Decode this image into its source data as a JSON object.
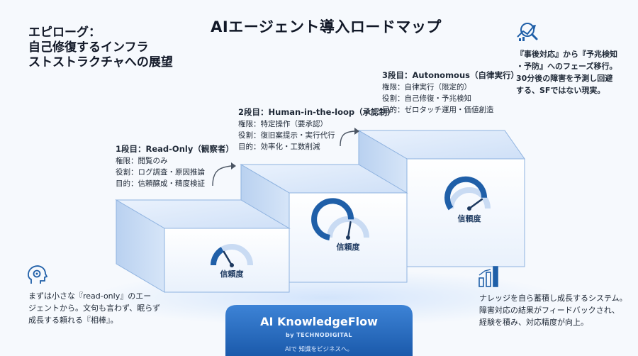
{
  "title": "AIエージェント導入ロードマップ",
  "epilogue": {
    "lines": [
      "エピローグ：",
      "自己修復するインフラ",
      "ストストラクチャへの展望"
    ]
  },
  "steps": [
    {
      "heading": "1段目：Read-Only（観察者）",
      "lines": [
        "権限：閲覧のみ",
        "役割：ログ調査・原因推論",
        "目的：信頼醸成・精度検証"
      ],
      "gauge_label": "信頼度",
      "gauge_level": 0.33
    },
    {
      "heading": "2段目：Human-in-the-loop（承認制）",
      "lines": [
        "権限：特定操作（要承認）",
        "役割：復旧案提示・実行代行",
        "目的：効率化・工数削減"
      ],
      "gauge_label": "信頼度",
      "gauge_level": 0.55
    },
    {
      "heading": "3段目：Autonomous（自律実行）",
      "lines": [
        "権限：自律実行（限定的）",
        "役割：自己修復・予兆検知",
        "目的：ゼロタッチ運用・価値創造"
      ],
      "gauge_label": "信頼度",
      "gauge_level": 0.8
    }
  ],
  "top_right": {
    "icon": "search-chart-icon",
    "lines": [
      "『事後対応』から『予兆検知",
      "・予防』へのフェーズ移行。",
      "30分後の障害を予測し回避",
      "する、SFではない現実。"
    ]
  },
  "bottom_left": {
    "icon": "head-gear-icon",
    "lines": [
      "まずは小さな『read-only』のエー",
      "ジェントから。文句も言わず、眠らず",
      "成長する頼れる『相棒』。"
    ]
  },
  "bottom_right": {
    "icon": "growth-bars-icon",
    "lines": [
      "ナレッジを自ら蓄積し成長するシステム。",
      "障害対応の結果がフィードバックされ、",
      "経験を積み、対応精度が向上。"
    ]
  },
  "brand": {
    "name": "AI KnowledgeFlow",
    "by": "by TECHNODIGITAL",
    "tagline": "AIで 知識をビジネスへ。"
  },
  "colors": {
    "accent": "#1f5fa8",
    "step_front": "#ffffff",
    "step_top": "#dfeafc",
    "step_side": "#bcd3f1",
    "banner": "#2a6fc4"
  }
}
